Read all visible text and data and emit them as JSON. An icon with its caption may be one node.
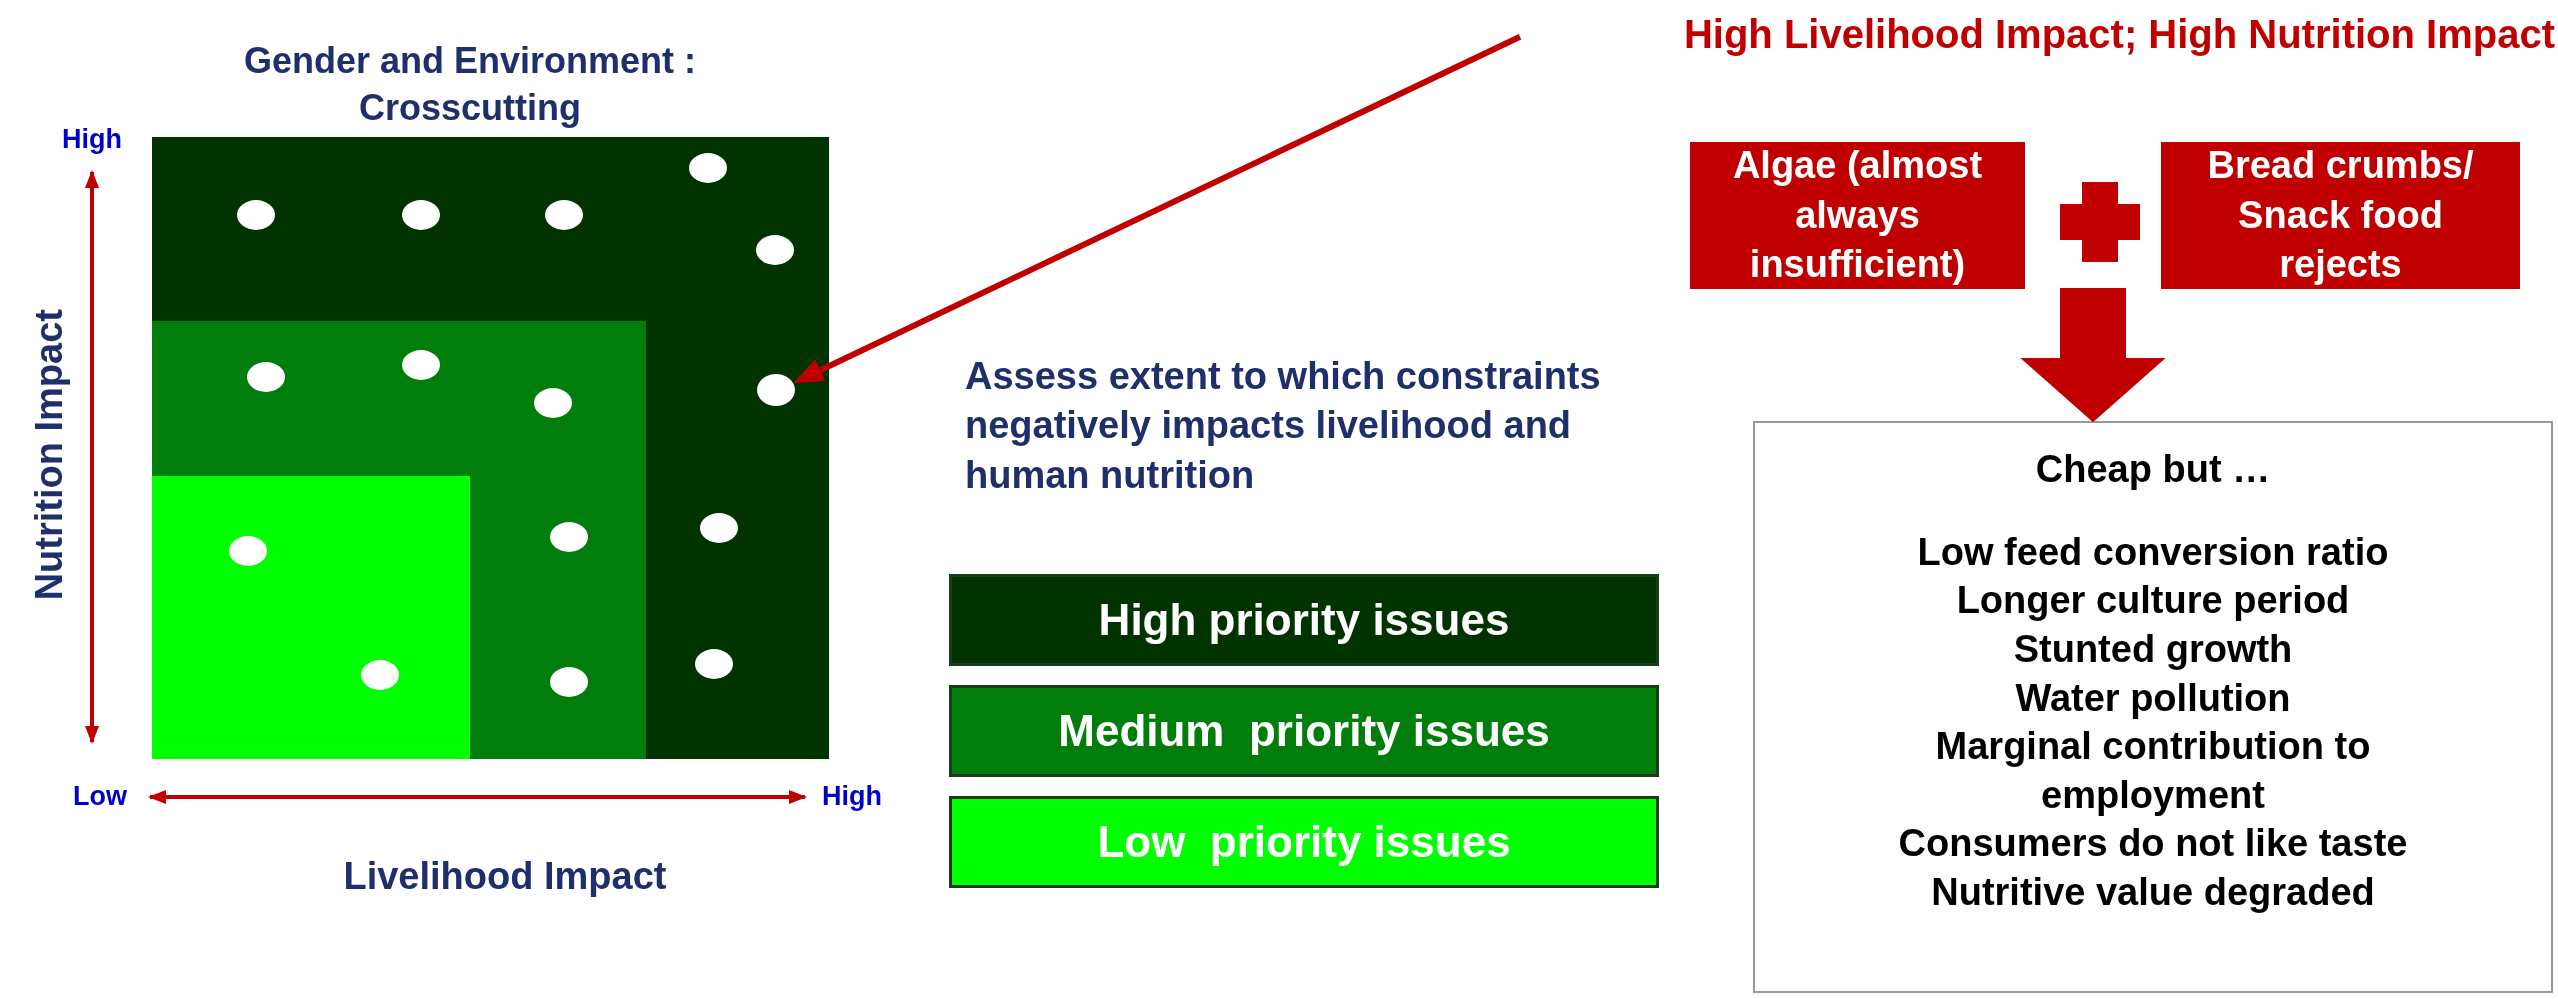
{
  "diagram": {
    "nodes": [
      {
        "text": [
          "High Livelihood Impact; High Nutrition Impact"
        ]
      },
      {
        "text": [],
        "shape": "circle"
      },
      {
        "text": [
          "Algae (almost always insufficient)"
        ]
      },
      {
        "text": [
          "Bread crumbs/ Snack food rejects"
        ]
      },
      {
        "text": [
          "Cheap but …",
          "Low feed conversion ratio",
          "Longer culture period",
          "Stunted growth",
          "Water pollution",
          "Marginal contribution to employment",
          "Consumers do not like taste",
          "Nutritive value degraded"
        ]
      },
      {
        "text": [
          "High priority issues"
        ]
      },
      {
        "text": [
          "Medium  priority issues"
        ]
      },
      {
        "text": [
          "Low  priority issues"
        ]
      }
    ],
    "edges": [
      {
        "from": 0,
        "to": 1,
        "arrow": "to"
      },
      {
        "from": 2,
        "to": 4,
        "arrow": "to",
        "style": "thick"
      },
      {
        "from": 3,
        "to": 4,
        "arrow": "to",
        "style": "thick"
      }
    ],
    "labels": [
      "Gender and Environment : Crosscutting",
      "High",
      "Nutrition Impact",
      "Assess extent to which constraints negatively impacts livelihood and human nutrition",
      "Low",
      "High",
      "Livelihood Impact"
    ]
  }
}
